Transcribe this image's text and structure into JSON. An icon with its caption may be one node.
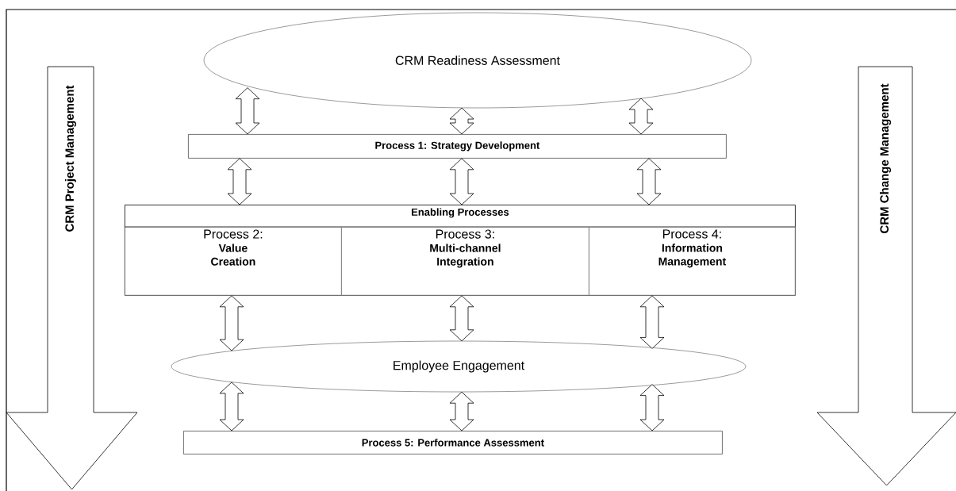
{
  "diagram": {
    "nodes": [
      {
        "text": [
          "CRM Readiness Assessment"
        ]
      },
      {
        "text": [
          "Process 1: Strategy Development"
        ]
      },
      {
        "text": [
          "Enabling Processes"
        ]
      },
      {
        "text": [
          "Process 2:",
          "Value Creation"
        ],
        "in": 2
      },
      {
        "text": [
          "Process 3:",
          "Multi-channel Integration"
        ],
        "in": 2
      },
      {
        "text": [
          "Process 4:",
          "Information Management"
        ],
        "in": 2
      },
      {
        "text": [
          "Employee Engagement"
        ]
      },
      {
        "text": [
          "Process 5: Performance Assessment"
        ]
      },
      {
        "text": [
          "CRM Project Management"
        ]
      },
      {
        "text": [
          "CRM Change Management"
        ]
      }
    ],
    "edges": [
      {
        "from": 0,
        "to": 1,
        "arrow": "both"
      },
      {
        "from": 0,
        "to": 1,
        "arrow": "both"
      },
      {
        "from": 0,
        "to": 1,
        "arrow": "both"
      },
      {
        "from": 1,
        "to": 2,
        "arrow": "both"
      },
      {
        "from": 1,
        "to": 2,
        "arrow": "both"
      },
      {
        "from": 1,
        "to": 2,
        "arrow": "both"
      },
      {
        "from": 3,
        "to": 6,
        "arrow": "both"
      },
      {
        "from": 4,
        "to": 6,
        "arrow": "both"
      },
      {
        "from": 5,
        "to": 6,
        "arrow": "both"
      },
      {
        "from": 6,
        "to": 7,
        "arrow": "both"
      },
      {
        "from": 6,
        "to": 7,
        "arrow": "both"
      },
      {
        "from": 6,
        "to": 7,
        "arrow": "both"
      }
    ]
  }
}
